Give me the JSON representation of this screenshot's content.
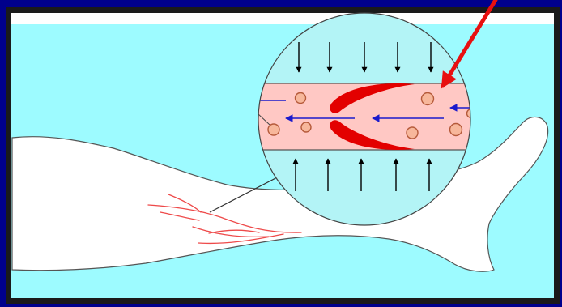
{
  "diagram": {
    "colors": {
      "background": "#00008c",
      "panel_border": "#1a1a1a",
      "panel_fill": "#9dfbff",
      "top_strip": "#ffffff",
      "leg_fill": "#ffffff",
      "leg_outline": "#555555",
      "vein_lines": "#ee4a4a",
      "magnifier_fill": "#b3f4f6",
      "vessel_fill": "#ffc8c4",
      "valve_fill": "#e30000",
      "blood_cell_fill": "#f7b79b",
      "blood_cell_outline": "#b55a3a",
      "flow_arrow": "#1a1acc",
      "pressure_arrow": "#000000",
      "pointer_arrow": "#e81010"
    },
    "pressure_arrows_top_count": 5,
    "pressure_arrows_bottom_count": 5,
    "blood_cell_count": 7
  }
}
